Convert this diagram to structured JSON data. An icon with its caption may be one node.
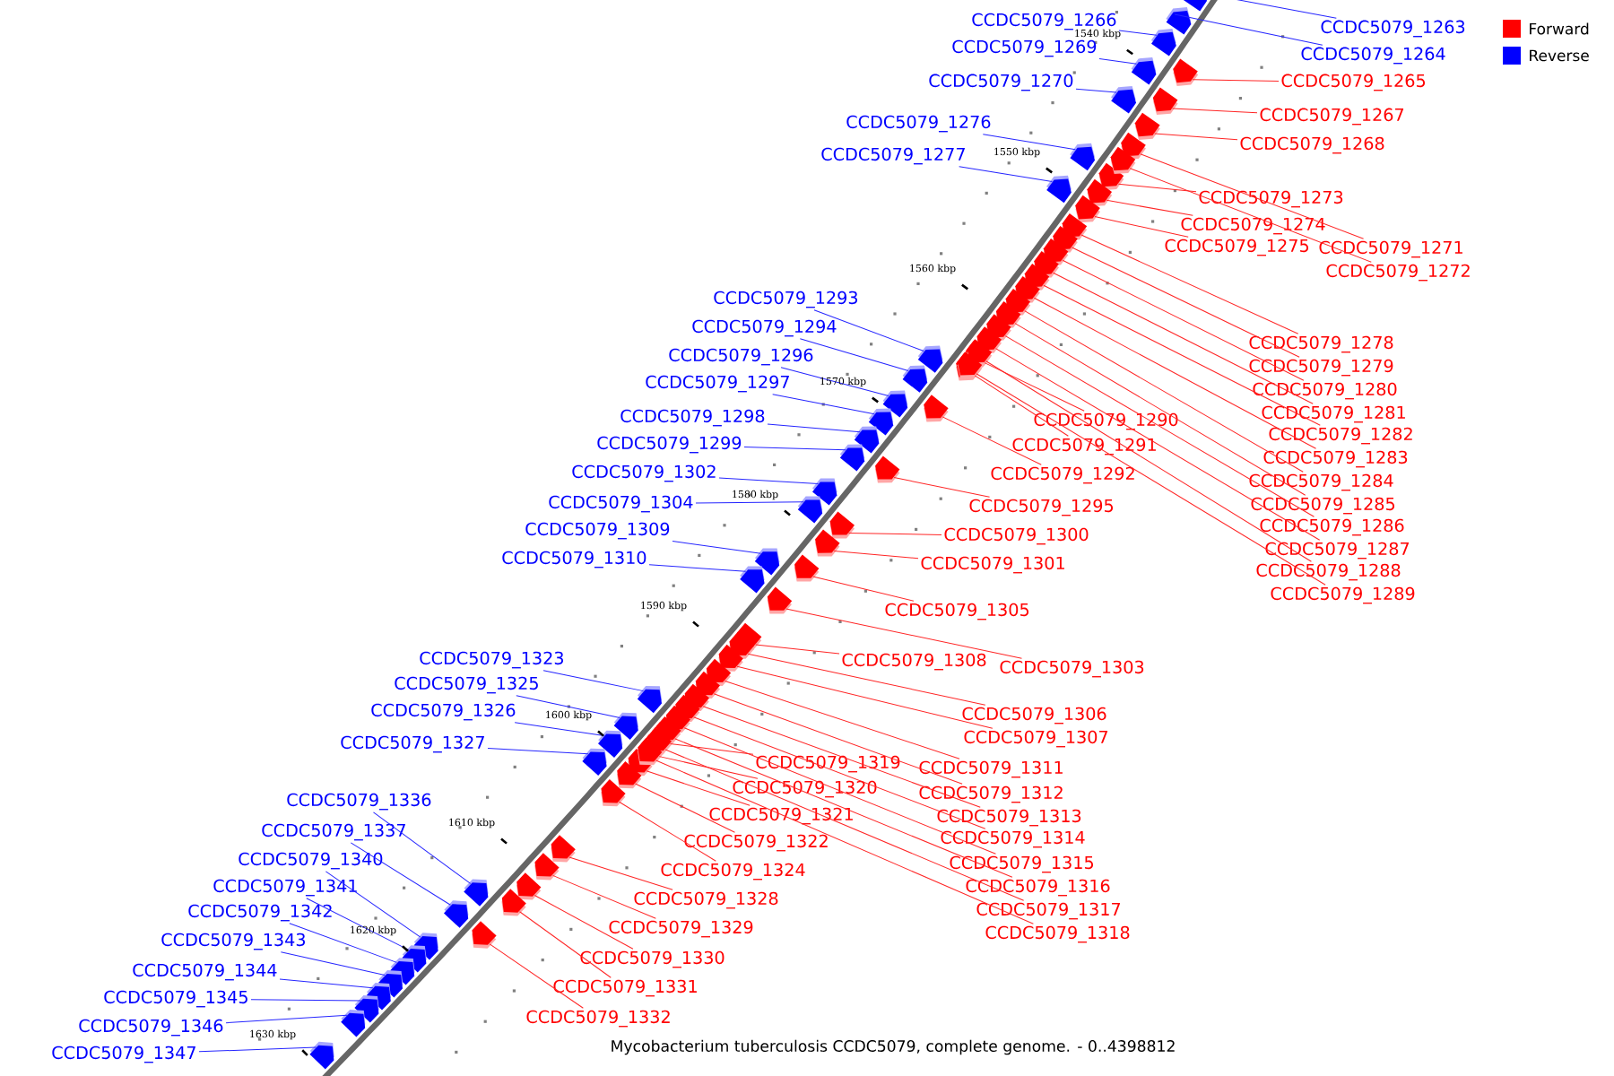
{
  "diagram": {
    "caption": "Mycobacterium tuberculosis CCDC5079, complete genome. - 0..4398812",
    "nodes": [
      {
        "text": [
          "CCDC5079_1263"
        ]
      },
      {
        "text": [
          "CCDC5079_1264"
        ]
      },
      {
        "text": [
          "CCDC5079_1266"
        ]
      },
      {
        "text": [
          "CCDC5079_1269"
        ]
      },
      {
        "text": [
          "CCDC5079_1270"
        ]
      },
      {
        "text": [
          "CCDC5079_1265"
        ]
      },
      {
        "text": [
          "CCDC5079_1267"
        ]
      },
      {
        "text": [
          "CCDC5079_1268"
        ]
      },
      {
        "text": [
          "CCDC5079_1276"
        ]
      },
      {
        "text": [
          "CCDC5079_1277"
        ]
      },
      {
        "text": [
          "CCDC5079_1273"
        ]
      },
      {
        "text": [
          "CCDC5079_1274"
        ]
      },
      {
        "text": [
          "CCDC5079_1275"
        ]
      },
      {
        "text": [
          "CCDC5079_1271"
        ]
      },
      {
        "text": [
          "CCDC5079_1272"
        ]
      },
      {
        "text": [
          "CCDC5079_1293"
        ]
      },
      {
        "text": [
          "CCDC5079_1294"
        ]
      },
      {
        "text": [
          "CCDC5079_1278"
        ]
      },
      {
        "text": [
          "CCDC5079_1296"
        ]
      },
      {
        "text": [
          "CCDC5079_1279"
        ]
      },
      {
        "text": [
          "CCDC5079_1297"
        ]
      },
      {
        "text": [
          "CCDC5079_1280"
        ]
      },
      {
        "text": [
          "CCDC5079_1281"
        ]
      },
      {
        "text": [
          "CCDC5079_1298"
        ]
      },
      {
        "text": [
          "CCDC5079_1290"
        ]
      },
      {
        "text": [
          "CCDC5079_1282"
        ]
      },
      {
        "text": [
          "CCDC5079_1299"
        ]
      },
      {
        "text": [
          "CCDC5079_1291"
        ]
      },
      {
        "text": [
          "CCDC5079_1283"
        ]
      },
      {
        "text": [
          "CCDC5079_1302"
        ]
      },
      {
        "text": [
          "CCDC5079_1292"
        ]
      },
      {
        "text": [
          "CCDC5079_1284"
        ]
      },
      {
        "text": [
          "CCDC5079_1304"
        ]
      },
      {
        "text": [
          "CCDC5079_1285"
        ]
      },
      {
        "text": [
          "CCDC5079_1295"
        ]
      },
      {
        "text": [
          "CCDC5079_1286"
        ]
      },
      {
        "text": [
          "CCDC5079_1309"
        ]
      },
      {
        "text": [
          "CCDC5079_1300"
        ]
      },
      {
        "text": [
          "CCDC5079_1287"
        ]
      },
      {
        "text": [
          "CCDC5079_1310"
        ]
      },
      {
        "text": [
          "CCDC5079_1301"
        ]
      },
      {
        "text": [
          "CCDC5079_1288"
        ]
      },
      {
        "text": [
          "CCDC5079_1289"
        ]
      },
      {
        "text": [
          "CCDC5079_1305"
        ]
      },
      {
        "text": [
          "CCDC5079_1323"
        ]
      },
      {
        "text": [
          "CCDC5079_1308"
        ]
      },
      {
        "text": [
          "CCDC5079_1303"
        ]
      },
      {
        "text": [
          "CCDC5079_1325"
        ]
      },
      {
        "text": [
          "CCDC5079_1326"
        ]
      },
      {
        "text": [
          "CCDC5079_1306"
        ]
      },
      {
        "text": [
          "CCDC5079_1307"
        ]
      },
      {
        "text": [
          "CCDC5079_1327"
        ]
      },
      {
        "text": [
          "CCDC5079_1319"
        ]
      },
      {
        "text": [
          "CCDC5079_1311"
        ]
      },
      {
        "text": [
          "CCDC5079_1320"
        ]
      },
      {
        "text": [
          "CCDC5079_1312"
        ]
      },
      {
        "text": [
          "CCDC5079_1336"
        ]
      },
      {
        "text": [
          "CCDC5079_1321"
        ]
      },
      {
        "text": [
          "CCDC5079_1313"
        ]
      },
      {
        "text": [
          "CCDC5079_1337"
        ]
      },
      {
        "text": [
          "CCDC5079_1314"
        ]
      },
      {
        "text": [
          "CCDC5079_1322"
        ]
      },
      {
        "text": [
          "CCDC5079_1340"
        ]
      },
      {
        "text": [
          "CCDC5079_1315"
        ]
      },
      {
        "text": [
          "CCDC5079_1324"
        ]
      },
      {
        "text": [
          "CCDC5079_1341"
        ]
      },
      {
        "text": [
          "CCDC5079_1316"
        ]
      },
      {
        "text": [
          "CCDC5079_1328"
        ]
      },
      {
        "text": [
          "CCDC5079_1317"
        ]
      },
      {
        "text": [
          "CCDC5079_1342"
        ]
      },
      {
        "text": [
          "CCDC5079_1329"
        ]
      },
      {
        "text": [
          "CCDC5079_1318"
        ]
      },
      {
        "text": [
          "CCDC5079_1343"
        ]
      },
      {
        "text": [
          "CCDC5079_1330"
        ]
      },
      {
        "text": [
          "CCDC5079_1344"
        ]
      },
      {
        "text": [
          "CCDC5079_1331"
        ]
      },
      {
        "text": [
          "CCDC5079_1345"
        ]
      },
      {
        "text": [
          "CCDC5079_1332"
        ]
      },
      {
        "text": [
          "CCDC5079_1346"
        ]
      },
      {
        "text": [
          "CCDC5079_1347"
        ]
      },
      {
        "text": [],
        "shape": "arrow"
      },
      {
        "text": [],
        "shape": "arrow"
      },
      {
        "text": [],
        "shape": "arrow"
      },
      {
        "text": [],
        "shape": "arrow"
      },
      {
        "text": [],
        "shape": "arrow"
      },
      {
        "text": [],
        "shape": "arrow"
      },
      {
        "text": [],
        "shape": "arrow"
      },
      {
        "text": [],
        "shape": "arrow"
      },
      {
        "text": [],
        "shape": "arrow"
      },
      {
        "text": [],
        "shape": "arrow"
      },
      {
        "text": [],
        "shape": "arrow"
      },
      {
        "text": [],
        "shape": "arrow"
      },
      {
        "text": [],
        "shape": "arrow"
      },
      {
        "text": [],
        "shape": "arrow"
      },
      {
        "text": [],
        "shape": "arrow"
      },
      {
        "text": [],
        "shape": "arrow"
      },
      {
        "text": [],
        "shape": "arrow"
      },
      {
        "text": [],
        "shape": "arrow"
      },
      {
        "text": [],
        "shape": "arrow"
      },
      {
        "text": [],
        "shape": "arrow"
      },
      {
        "text": [],
        "shape": "arrow"
      },
      {
        "text": [],
        "shape": "arrow"
      },
      {
        "text": [],
        "shape": "arrow"
      },
      {
        "text": [],
        "shape": "arrow"
      },
      {
        "text": [],
        "shape": "arrow"
      },
      {
        "text": [],
        "shape": "arrow"
      },
      {
        "text": [],
        "shape": "arrow"
      },
      {
        "text": [],
        "shape": "arrow"
      },
      {
        "text": [],
        "shape": "arrow"
      },
      {
        "text": [],
        "shape": "arrow"
      },
      {
        "text": [],
        "shape": "arrow"
      },
      {
        "text": [],
        "shape": "arrow"
      },
      {
        "text": [],
        "shape": "arrow"
      },
      {
        "text": [],
        "shape": "arrow"
      },
      {
        "text": [],
        "shape": "arrow"
      },
      {
        "text": [],
        "shape": "arrow"
      },
      {
        "text": [],
        "shape": "arrow"
      },
      {
        "text": [],
        "shape": "arrow"
      },
      {
        "text": [],
        "shape": "arrow"
      },
      {
        "text": [],
        "shape": "arrow"
      },
      {
        "text": [],
        "shape": "arrow"
      },
      {
        "text": [],
        "shape": "arrow"
      },
      {
        "text": [],
        "shape": "arrow"
      },
      {
        "text": [],
        "shape": "arrow"
      },
      {
        "text": [],
        "shape": "arrow"
      },
      {
        "text": [],
        "shape": "arrow"
      },
      {
        "text": [],
        "shape": "arrow"
      },
      {
        "text": [],
        "shape": "arrow"
      },
      {
        "text": [],
        "shape": "arrow"
      },
      {
        "text": [],
        "shape": "arrow"
      },
      {
        "text": [],
        "shape": "arrow"
      },
      {
        "text": [],
        "shape": "arrow"
      },
      {
        "text": [],
        "shape": "arrow"
      },
      {
        "text": [],
        "shape": "arrow"
      },
      {
        "text": [],
        "shape": "arrow"
      },
      {
        "text": [],
        "shape": "arrow"
      },
      {
        "text": [],
        "shape": "arrow"
      },
      {
        "text": [],
        "shape": "arrow"
      },
      {
        "text": [],
        "shape": "arrow"
      },
      {
        "text": [],
        "shape": "arrow"
      },
      {
        "text": [],
        "shape": "arrow"
      },
      {
        "text": [],
        "shape": "arrow"
      },
      {
        "text": [],
        "shape": "arrow"
      },
      {
        "text": [],
        "shape": "arrow"
      },
      {
        "text": [],
        "shape": "arrow"
      },
      {
        "text": [],
        "shape": "arrow"
      },
      {
        "text": [],
        "shape": "arrow"
      },
      {
        "text": [],
        "shape": "arrow"
      },
      {
        "text": [],
        "shape": "arrow"
      },
      {
        "text": [],
        "shape": "arrow"
      },
      {
        "text": [],
        "shape": "arrow"
      },
      {
        "text": [],
        "shape": "arrow"
      },
      {
        "text": [],
        "shape": "arrow"
      },
      {
        "text": [],
        "shape": "arrow"
      },
      {
        "text": [],
        "shape": "arrow"
      },
      {
        "text": [],
        "shape": "arrow"
      },
      {
        "text": [],
        "shape": "arrow"
      },
      {
        "text": [],
        "shape": "arrow"
      },
      {
        "text": [],
        "shape": "arrow"
      },
      {
        "text": [],
        "shape": "arrow"
      }
    ],
    "edges": [
      {
        "from": 0,
        "to": 80,
        "arrow": "none",
        "color": "#0000ff"
      },
      {
        "from": 1,
        "to": 81,
        "arrow": "none",
        "color": "#0000ff"
      },
      {
        "from": 2,
        "to": 82,
        "arrow": "none",
        "color": "#0000ff"
      },
      {
        "from": 3,
        "to": 83,
        "arrow": "none",
        "color": "#0000ff"
      },
      {
        "from": 4,
        "to": 84,
        "arrow": "none",
        "color": "#0000ff"
      },
      {
        "from": 5,
        "to": 85,
        "arrow": "none",
        "color": "#ff0000"
      },
      {
        "from": 6,
        "to": 86,
        "arrow": "none",
        "color": "#ff0000"
      },
      {
        "from": 7,
        "to": 87,
        "arrow": "none",
        "color": "#ff0000"
      },
      {
        "from": 8,
        "to": 88,
        "arrow": "none",
        "color": "#0000ff"
      },
      {
        "from": 9,
        "to": 89,
        "arrow": "none",
        "color": "#0000ff"
      },
      {
        "from": 10,
        "to": 90,
        "arrow": "none",
        "color": "#ff0000"
      },
      {
        "from": 11,
        "to": 91,
        "arrow": "none",
        "color": "#ff0000"
      },
      {
        "from": 12,
        "to": 92,
        "arrow": "none",
        "color": "#ff0000"
      },
      {
        "from": 13,
        "to": 93,
        "arrow": "none",
        "color": "#ff0000"
      },
      {
        "from": 14,
        "to": 94,
        "arrow": "none",
        "color": "#ff0000"
      },
      {
        "from": 15,
        "to": 95,
        "arrow": "none",
        "color": "#0000ff"
      },
      {
        "from": 16,
        "to": 96,
        "arrow": "none",
        "color": "#0000ff"
      },
      {
        "from": 17,
        "to": 97,
        "arrow": "none",
        "color": "#ff0000"
      },
      {
        "from": 18,
        "to": 98,
        "arrow": "none",
        "color": "#0000ff"
      },
      {
        "from": 19,
        "to": 99,
        "arrow": "none",
        "color": "#ff0000"
      },
      {
        "from": 20,
        "to": 100,
        "arrow": "none",
        "color": "#0000ff"
      },
      {
        "from": 21,
        "to": 101,
        "arrow": "none",
        "color": "#ff0000"
      },
      {
        "from": 22,
        "to": 102,
        "arrow": "none",
        "color": "#ff0000"
      },
      {
        "from": 23,
        "to": 103,
        "arrow": "none",
        "color": "#0000ff"
      },
      {
        "from": 24,
        "to": 104,
        "arrow": "none",
        "color": "#ff0000"
      },
      {
        "from": 25,
        "to": 105,
        "arrow": "none",
        "color": "#ff0000"
      },
      {
        "from": 26,
        "to": 106,
        "arrow": "none",
        "color": "#0000ff"
      },
      {
        "from": 27,
        "to": 107,
        "arrow": "none",
        "color": "#ff0000"
      },
      {
        "from": 28,
        "to": 108,
        "arrow": "none",
        "color": "#ff0000"
      },
      {
        "from": 29,
        "to": 109,
        "arrow": "none",
        "color": "#0000ff"
      },
      {
        "from": 30,
        "to": 110,
        "arrow": "none",
        "color": "#ff0000"
      },
      {
        "from": 31,
        "to": 111,
        "arrow": "none",
        "color": "#ff0000"
      },
      {
        "from": 32,
        "to": 112,
        "arrow": "none",
        "color": "#0000ff"
      },
      {
        "from": 33,
        "to": 113,
        "arrow": "none",
        "color": "#ff0000"
      },
      {
        "from": 34,
        "to": 114,
        "arrow": "none",
        "color": "#ff0000"
      },
      {
        "from": 35,
        "to": 115,
        "arrow": "none",
        "color": "#ff0000"
      },
      {
        "from": 36,
        "to": 116,
        "arrow": "none",
        "color": "#0000ff"
      },
      {
        "from": 37,
        "to": 117,
        "arrow": "none",
        "color": "#ff0000"
      },
      {
        "from": 38,
        "to": 118,
        "arrow": "none",
        "color": "#ff0000"
      },
      {
        "from": 39,
        "to": 119,
        "arrow": "none",
        "color": "#0000ff"
      },
      {
        "from": 40,
        "to": 120,
        "arrow": "none",
        "color": "#ff0000"
      },
      {
        "from": 41,
        "to": 121,
        "arrow": "none",
        "color": "#ff0000"
      },
      {
        "from": 42,
        "to": 122,
        "arrow": "none",
        "color": "#ff0000"
      },
      {
        "from": 43,
        "to": 123,
        "arrow": "none",
        "color": "#ff0000"
      },
      {
        "from": 44,
        "to": 124,
        "arrow": "none",
        "color": "#0000ff"
      },
      {
        "from": 45,
        "to": 125,
        "arrow": "none",
        "color": "#ff0000"
      },
      {
        "from": 46,
        "to": 126,
        "arrow": "none",
        "color": "#ff0000"
      },
      {
        "from": 47,
        "to": 127,
        "arrow": "none",
        "color": "#0000ff"
      },
      {
        "from": 48,
        "to": 128,
        "arrow": "none",
        "color": "#0000ff"
      },
      {
        "from": 49,
        "to": 129,
        "arrow": "none",
        "color": "#ff0000"
      },
      {
        "from": 50,
        "to": 130,
        "arrow": "none",
        "color": "#ff0000"
      },
      {
        "from": 51,
        "to": 131,
        "arrow": "none",
        "color": "#0000ff"
      },
      {
        "from": 52,
        "to": 132,
        "arrow": "none",
        "color": "#ff0000"
      },
      {
        "from": 53,
        "to": 133,
        "arrow": "none",
        "color": "#ff0000"
      },
      {
        "from": 54,
        "to": 134,
        "arrow": "none",
        "color": "#ff0000"
      },
      {
        "from": 55,
        "to": 135,
        "arrow": "none",
        "color": "#ff0000"
      },
      {
        "from": 56,
        "to": 136,
        "arrow": "none",
        "color": "#0000ff"
      },
      {
        "from": 57,
        "to": 137,
        "arrow": "none",
        "color": "#ff0000"
      },
      {
        "from": 58,
        "to": 138,
        "arrow": "none",
        "color": "#ff0000"
      },
      {
        "from": 59,
        "to": 139,
        "arrow": "none",
        "color": "#0000ff"
      },
      {
        "from": 60,
        "to": 140,
        "arrow": "none",
        "color": "#ff0000"
      },
      {
        "from": 61,
        "to": 141,
        "arrow": "none",
        "color": "#ff0000"
      },
      {
        "from": 62,
        "to": 142,
        "arrow": "none",
        "color": "#0000ff"
      },
      {
        "from": 63,
        "to": 143,
        "arrow": "none",
        "color": "#ff0000"
      },
      {
        "from": 64,
        "to": 144,
        "arrow": "none",
        "color": "#ff0000"
      },
      {
        "from": 65,
        "to": 145,
        "arrow": "none",
        "color": "#0000ff"
      },
      {
        "from": 66,
        "to": 146,
        "arrow": "none",
        "color": "#ff0000"
      },
      {
        "from": 67,
        "to": 147,
        "arrow": "none",
        "color": "#ff0000"
      },
      {
        "from": 68,
        "to": 148,
        "arrow": "none",
        "color": "#ff0000"
      },
      {
        "from": 69,
        "to": 149,
        "arrow": "none",
        "color": "#0000ff"
      },
      {
        "from": 70,
        "to": 150,
        "arrow": "none",
        "color": "#ff0000"
      },
      {
        "from": 71,
        "to": 151,
        "arrow": "none",
        "color": "#ff0000"
      },
      {
        "from": 72,
        "to": 152,
        "arrow": "none",
        "color": "#0000ff"
      },
      {
        "from": 73,
        "to": 153,
        "arrow": "none",
        "color": "#ff0000"
      },
      {
        "from": 74,
        "to": 154,
        "arrow": "none",
        "color": "#0000ff"
      },
      {
        "from": 75,
        "to": 155,
        "arrow": "none",
        "color": "#ff0000"
      },
      {
        "from": 76,
        "to": 156,
        "arrow": "none",
        "color": "#0000ff"
      },
      {
        "from": 77,
        "to": 157,
        "arrow": "none",
        "color": "#ff0000"
      },
      {
        "from": 78,
        "to": 158,
        "arrow": "none",
        "color": "#0000ff"
      },
      {
        "from": 79,
        "to": 159,
        "arrow": "none",
        "color": "#0000ff"
      }
    ],
    "labels": [
      "1540 kbp",
      "1550 kbp",
      "1560 kbp",
      "1570 kbp",
      "1580 kbp",
      "1590 kbp",
      "1600 kbp",
      "1610 kbp",
      "1620 kbp",
      "1630 kbp"
    ],
    "legend": [
      {
        "text": "Forward",
        "color": "#ff0000"
      },
      {
        "text": "Reverse",
        "color": "#0000ff"
      }
    ]
  }
}
